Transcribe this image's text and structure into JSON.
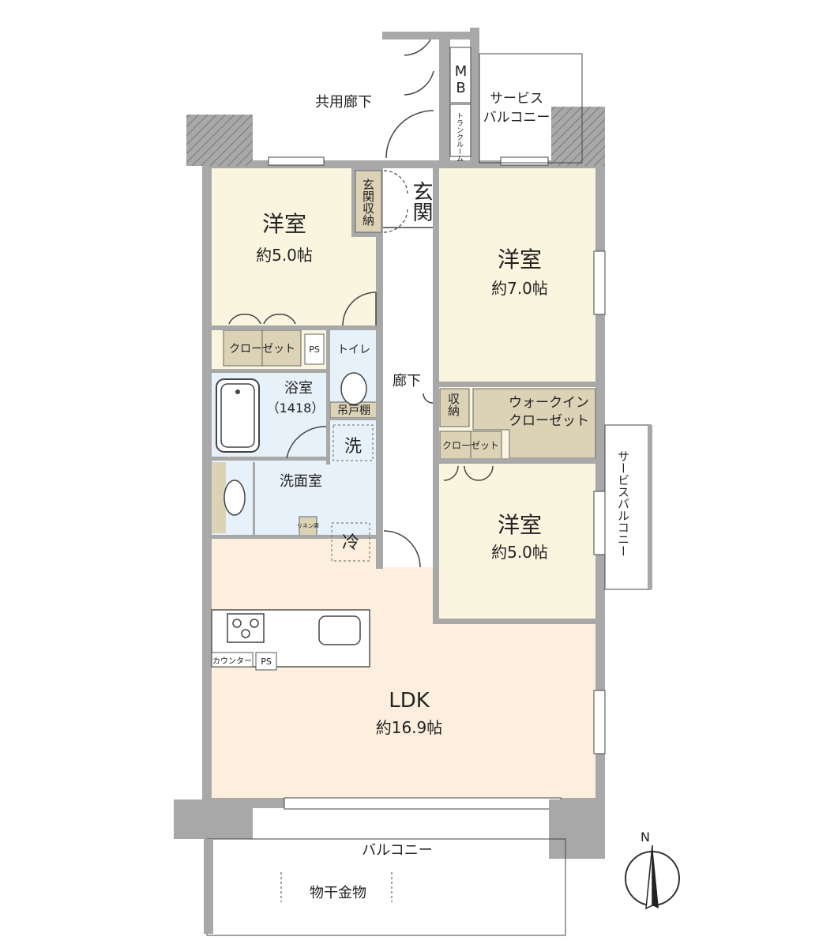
{
  "common_corridor": "共用廊下",
  "mb": "MB",
  "trunk_room": "トランクルーム",
  "service_balcony_top": [
    "サービス",
    "バルコニー"
  ],
  "service_balcony_side": "サービスバルコニー",
  "entrance": "玄関",
  "entrance_storage": "玄関収納",
  "room_nw": {
    "name": "洋室",
    "size": "約5.0帖"
  },
  "room_ne": {
    "name": "洋室",
    "size": "約7.0帖"
  },
  "room_se": {
    "name": "洋室",
    "size": "約5.0帖"
  },
  "closet": "クローゼット",
  "closet_small": "クローゼット",
  "ps": "PS",
  "ps_kitchen": "PS",
  "toilet": "トイレ",
  "shelf": "吊戸棚",
  "bath": {
    "name": "浴室",
    "size": "（1418）"
  },
  "washer": "洗",
  "washroom": "洗面室",
  "linen": "リネン庫",
  "fridge": "冷",
  "hallway": "廊下",
  "storage": "収納",
  "walkin": [
    "ウォークイン",
    "クローゼット"
  ],
  "counter": "カウンター",
  "ldk": {
    "name": "LDK",
    "size": "約16.9帖"
  },
  "balcony": "バルコニー",
  "drying": "物干金物",
  "north": "N",
  "colors": {
    "room_cream": "#f9f5df",
    "ldk_peach": "#fcefdd",
    "wet_blue": "#e6f1f9",
    "storage_tan": "#dcd2b6",
    "wall_gray": "#a8a8a8"
  }
}
